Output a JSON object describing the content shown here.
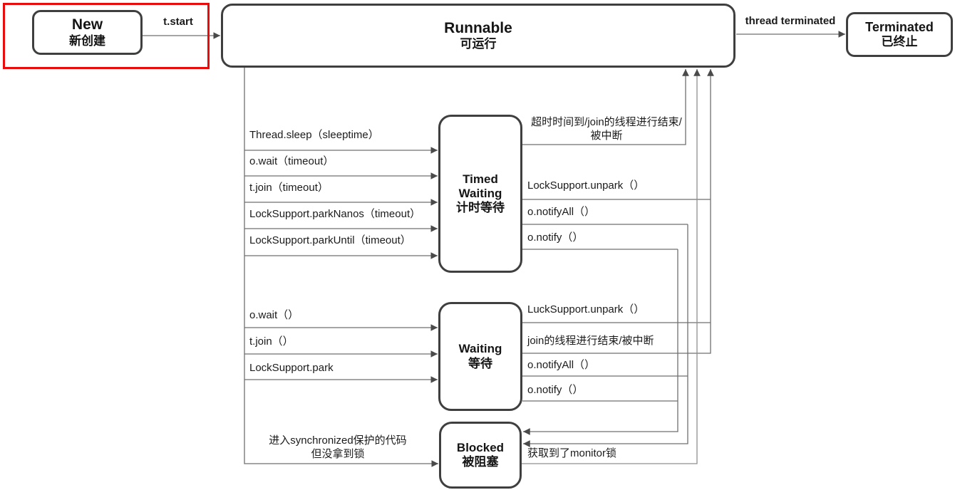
{
  "title": "Java thread state transition diagram",
  "colors": {
    "box_border": "#3f3f3f",
    "connector": "#6f6f6f",
    "monitor_connector": "#8f8f8f",
    "highlight_frame": "#e80c0c",
    "background": "#ffffff",
    "text": "#1b1b1b"
  },
  "states": {
    "new": {
      "title": "New",
      "subtitle": "新创建"
    },
    "runnable": {
      "title": "Runnable",
      "subtitle": "可运行"
    },
    "terminated": {
      "title": "Terminated",
      "subtitle": "已终止"
    },
    "timed_waiting": {
      "line1": "Timed",
      "line2": "Waiting",
      "subtitle": "计时等待"
    },
    "waiting": {
      "title": "Waiting",
      "subtitle": "等待"
    },
    "blocked": {
      "title": "Blocked",
      "subtitle": "被阻塞"
    }
  },
  "edges": {
    "t_start": "t.start",
    "thread_terminated": "thread terminated",
    "to_timed_waiting": [
      "Thread.sleep（sleeptime）",
      "o.wait（timeout）",
      "t.join（timeout）",
      "LockSupport.parkNanos（timeout）",
      "LockSupport.parkUntil（timeout）"
    ],
    "from_timed_waiting": {
      "timeout_line1": "超时时间到/join的线程进行结束/",
      "timeout_line2": "被中断",
      "unpark": "LockSupport.unpark（）",
      "notify_all": "o.notifyAll（）",
      "notify": "o.notify（）"
    },
    "to_waiting": [
      "o.wait（）",
      "t.join（）",
      "LockSupport.park"
    ],
    "from_waiting": {
      "unpark": "LuckSupport.unpark（）",
      "join_done": "join的线程进行结束/被中断",
      "notify_all": "o.notifyAll（）",
      "notify": "o.notify（）"
    },
    "to_blocked_line1": "进入synchronized保护的代码",
    "to_blocked_line2": "但没拿到锁",
    "from_blocked": "获取到了monitor锁"
  }
}
